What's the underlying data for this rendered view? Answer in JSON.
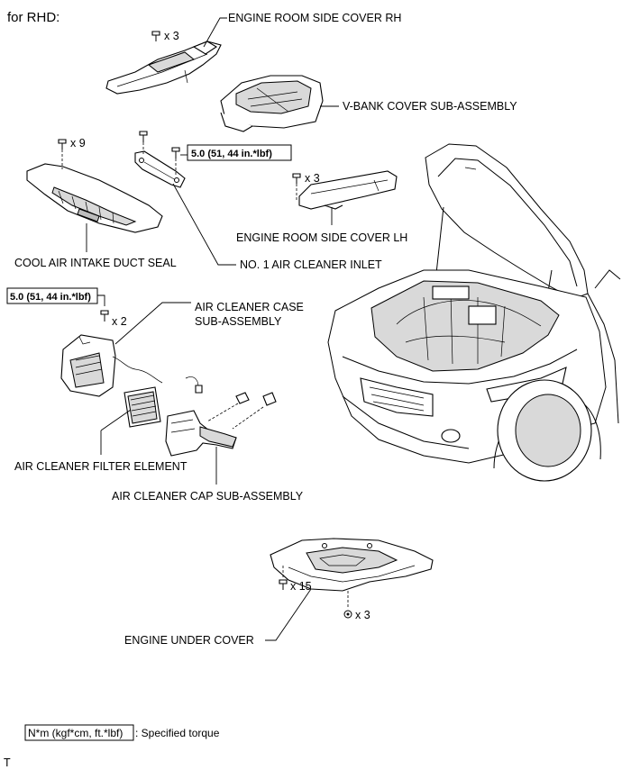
{
  "header": {
    "title": "for RHD:"
  },
  "labels": {
    "rh_cover": "ENGINE ROOM SIDE COVER RH",
    "vbank": "V-BANK COVER SUB-ASSEMBLY",
    "lh_cover": "ENGINE ROOM SIDE COVER LH",
    "cool_air": "COOL AIR INTAKE DUCT SEAL",
    "inlet": "NO. 1 AIR CLEANER INLET",
    "case_line1": "AIR CLEANER CASE",
    "case_line2": "SUB-ASSEMBLY",
    "filter": "AIR CLEANER FILTER ELEMENT",
    "cap": "AIR CLEANER CAP SUB-ASSEMBLY",
    "under_cover": "ENGINE UNDER COVER"
  },
  "counts": {
    "rh": "x 3",
    "cool": "x 9",
    "lh": "x 3",
    "case": "x 2",
    "under_a": "x 15",
    "under_b": "x 3"
  },
  "torque": {
    "inlet": "5.0 (51, 44 in.*lbf)",
    "case": "5.0 (51, 44 in.*lbf)"
  },
  "legend": {
    "box": "N*m (kgf*cm, ft.*lbf)",
    "text": ": Specified torque"
  },
  "footer": {
    "code": "T"
  }
}
